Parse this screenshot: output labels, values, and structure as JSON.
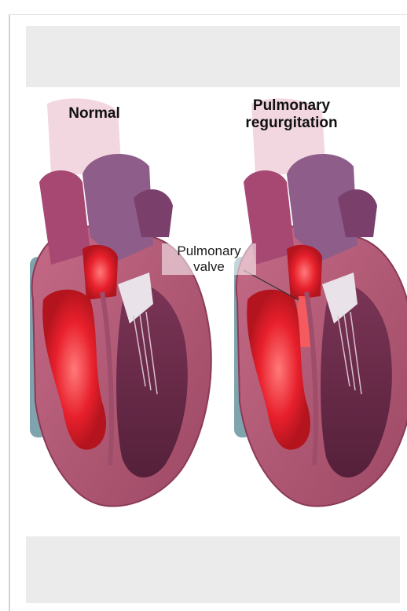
{
  "labels": {
    "normal": "Normal",
    "pulmonary_regurgitation_line1": "Pulmonary",
    "pulmonary_regurgitation_line2": "regurgitation",
    "pulmonary_valve_line1": "Pulmonary",
    "pulmonary_valve_line2": "valve"
  },
  "colors": {
    "muscle": "#b35a74",
    "muscle_dark": "#6f2c49",
    "chamber_red": "#e8202c",
    "aorta_purple": "#8e5d8a",
    "vena_cava": "#7fa4ad",
    "background_band": "#ebebeb"
  }
}
